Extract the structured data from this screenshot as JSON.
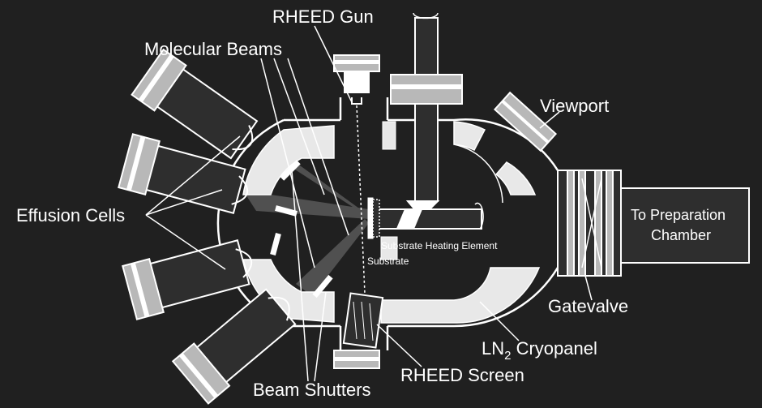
{
  "labels": {
    "rheed_gun": "RHEED Gun",
    "molecular_beams": "Molecular Beams",
    "viewport": "Viewport",
    "effusion_cells": "Effusion Cells",
    "to_preparation_line1": "To Preparation",
    "to_preparation_line2": "Chamber",
    "substrate_heating": "Substrate Heating Element",
    "substrate": "Substrate",
    "gatevalve": "Gatevalve",
    "ln2_cryopanel_prefix": "LN",
    "ln2_cryopanel_sub": "2",
    "ln2_cryopanel_suffix": " Cryopanel",
    "beam_shutters": "Beam Shutters",
    "rheed_screen": "RHEED Screen"
  },
  "colors": {
    "background": "#202020",
    "stroke": "#ffffff",
    "fill_light": "#e8e8e8",
    "fill_mid": "#b8b8b8",
    "fill_dark": "#2e2e2e",
    "beam": "#8a8a8a"
  }
}
